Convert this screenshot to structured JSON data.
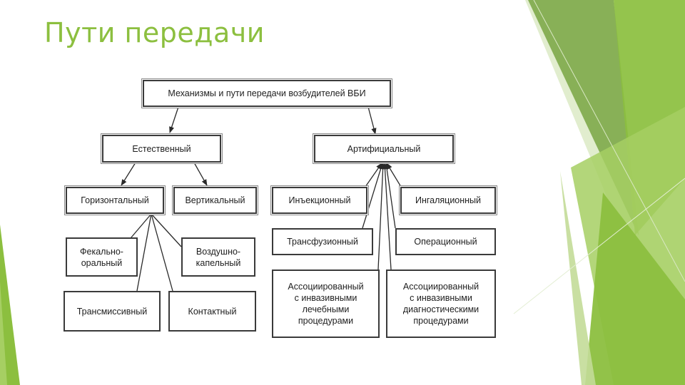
{
  "slide": {
    "title": "Пути передачи"
  },
  "diagram": {
    "root": "Механизмы и пути передачи возбудителей ВБИ",
    "natural": {
      "label": "Естественный",
      "horizontal": "Горизонтальный",
      "vertical": "Вертикальный",
      "fecal_oral": "Фекально-\nоральный",
      "airborne": "Воздушно-\nкапельный",
      "transmissive": "Трансмиссивный",
      "contact": "Контактный"
    },
    "artificial": {
      "label": "Артифициальный",
      "injection": "Инъекционный",
      "inhalation": "Ингаляционный",
      "transfusion": "Трансфузионный",
      "operational": "Операционный",
      "invasive_treatment": "Ассоциированный\nс инвазивными\nлечебными\nпроцедурами",
      "invasive_diagnostic": "Ассоциированный\nс инвазивными\nдиагностическими\nпроцедурами"
    }
  },
  "theme": {
    "accent": "#8cbf3f",
    "accent_light": "#a6cf63",
    "accent_dark": "#6f9a35",
    "ink": "#1e1e1e"
  }
}
